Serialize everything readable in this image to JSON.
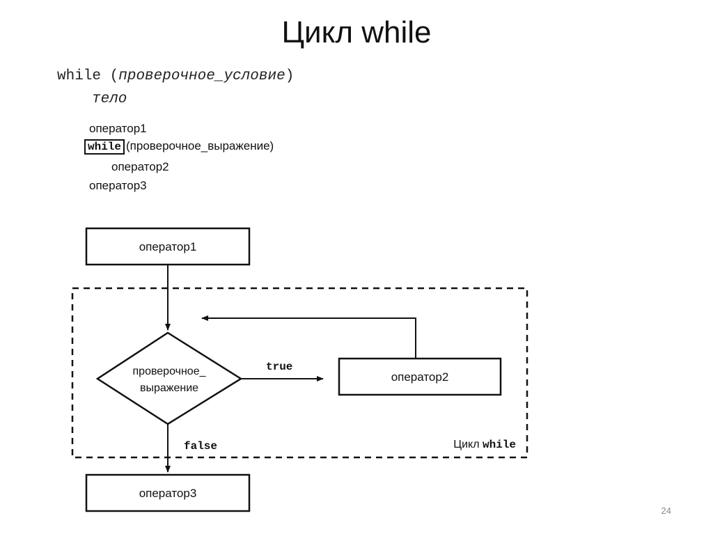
{
  "title": "Цикл while",
  "syntax": {
    "keyword": "while",
    "open": "(",
    "condition": "проверочное_условие",
    "close": ")",
    "body": "тело"
  },
  "example": {
    "line1": "оператор1",
    "keyword": "while",
    "expression": "(проверочное_выражение)",
    "line3": "оператор2",
    "line4": "оператор3"
  },
  "flowchart": {
    "box_op1": "оператор1",
    "decision_line1": "проверочное_",
    "decision_line2": "выражение",
    "true_label": "true",
    "false_label": "false",
    "box_op2": "оператор2",
    "box_op3": "оператор3",
    "loop_label_prefix": "Цикл ",
    "loop_label_keyword": "while"
  },
  "page_number": "24"
}
